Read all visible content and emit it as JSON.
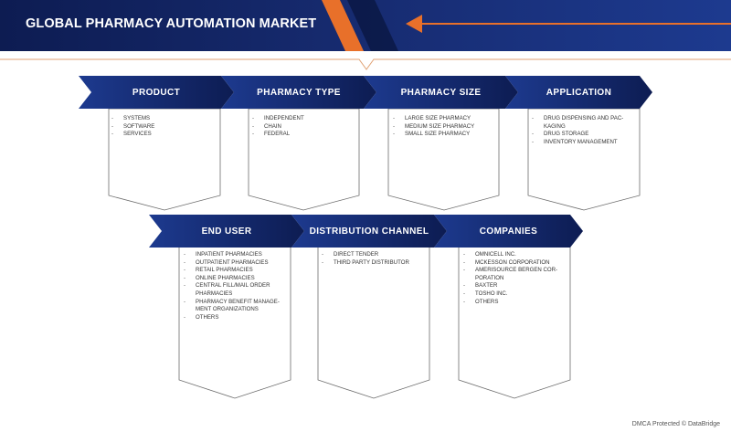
{
  "header": {
    "title": "GLOBAL PHARMACY AUTOMATION MARKET"
  },
  "colors": {
    "navy": "#0d1c52",
    "blue": "#1d3a8f",
    "orange": "#e8702a"
  },
  "segments": [
    {
      "title": "PRODUCT",
      "items": [
        "SYSTEMS",
        "SOFTWARE",
        "SERVICES"
      ]
    },
    {
      "title": "PHARMACY TYPE",
      "items": [
        "INDEPENDENT",
        "CHAIN",
        "FEDERAL"
      ]
    },
    {
      "title": "PHARMACY SIZE",
      "items": [
        "LARGE SIZE PHARMACY",
        "MEDIUM SIZE PHARMACY",
        "SMALL SIZE PHARMACY"
      ]
    },
    {
      "title": "APPLICATION",
      "items": [
        "DRUG DISPENSING AND PAC-KAGING",
        "DRUG STORAGE",
        "INVENTORY MANAGEMENT"
      ]
    },
    {
      "title": "END USER",
      "items": [
        "INPATIENT PHARMACIES",
        "OUTPATIENT PHARMACIES",
        "RETAIL PHARMACIES",
        "ONLINE PHARMACIES",
        "CENTRAL FILL/MAIL ORDER PHARMACIES",
        "PHARMACY BENEFIT MANAGE-MENT ORGANIZATIONS",
        "OTHERS"
      ]
    },
    {
      "title": "DISTRIBUTION CHANNEL",
      "items": [
        "DIRECT TENDER",
        "THIRD PARTY DISTRIBUTOR"
      ]
    },
    {
      "title": "COMPANIES",
      "items": [
        "OMNICELL INC.",
        "MCKESSON CORPORATION",
        "AMERISOURCE BERGEN COR-PORATION",
        "BAXTER",
        "TOSHO INC.",
        "OTHERS"
      ]
    }
  ],
  "footer": {
    "text": "DMCA Protected © DataBridge"
  }
}
